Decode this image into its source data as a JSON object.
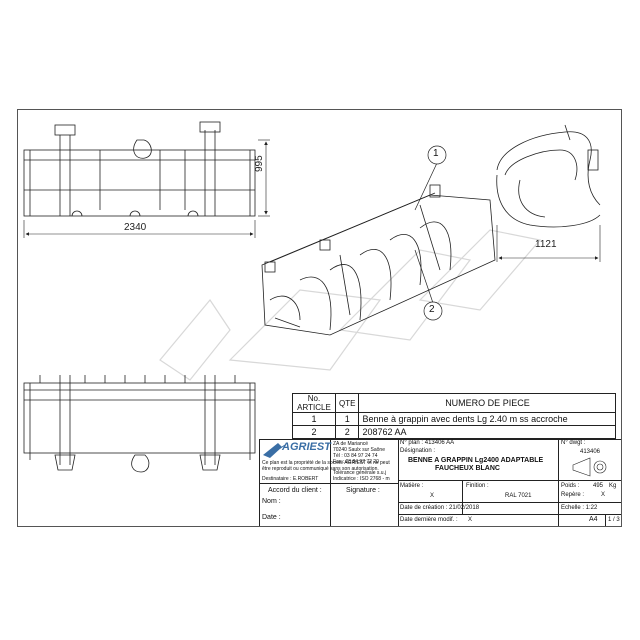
{
  "dimensions": {
    "width_front": "2340",
    "height_front": "995",
    "depth_side": "1121"
  },
  "balloons": {
    "b1": "1",
    "b2": "2"
  },
  "parts_table": {
    "header": {
      "article": "No. ARTICLE",
      "qty": "QTE",
      "part": "NUMERO DE PIECE"
    },
    "rows": [
      {
        "article": "1",
        "qty": "1",
        "part": "Benne à grappin avec dents Lg 2.40 m ss accroche"
      },
      {
        "article": "2",
        "qty": "2",
        "part": "208762 AA"
      }
    ]
  },
  "company": {
    "name": "AGRIEST",
    "address": [
      "ZA de Mariancé",
      "70240 Saulx sur Saône",
      "Tél : 03 84 97 24 74",
      "Fax : 03 84 97 72 20"
    ],
    "notice": "Ce plan est la propriété de la société AGRIEST et ne peut être reproduit ou communiqué sans son autorisation.",
    "recipient_label": "Destinataire : E.ROBERT",
    "tolerance_lines": [
      "Tolérance générale s.u.j",
      "Indicatrice : ISO 2768 - m"
    ]
  },
  "title_block": {
    "client_agreement": "Accord du client :",
    "signature": "Signature :",
    "name": "Nom :",
    "date": "Date :",
    "plan_no": "N° plan : 413406 AA",
    "designation_label": "Désignation :",
    "designation": [
      "BENNE A GRAPPIN Lg2400 ADAPTABLE",
      "FAUCHEUX BLANC"
    ],
    "drawing_no_label": "N° dwgt :",
    "drawing_no": "413406",
    "material_label": "Matière :",
    "material": "X",
    "finish_label": "Finition :",
    "finish": "RAL 7021",
    "weight_label": "Poids :",
    "weight_value": "495",
    "weight_unit": "Kg",
    "ref_label": "Repère :",
    "ref": "X",
    "creation_label": "Date de création : 21/02/2018",
    "scale_label": "Echelle : 1:22",
    "modif_label": "Date dernière modif. :",
    "modif": "X",
    "format": "A4",
    "sheet": "1 / 3"
  }
}
